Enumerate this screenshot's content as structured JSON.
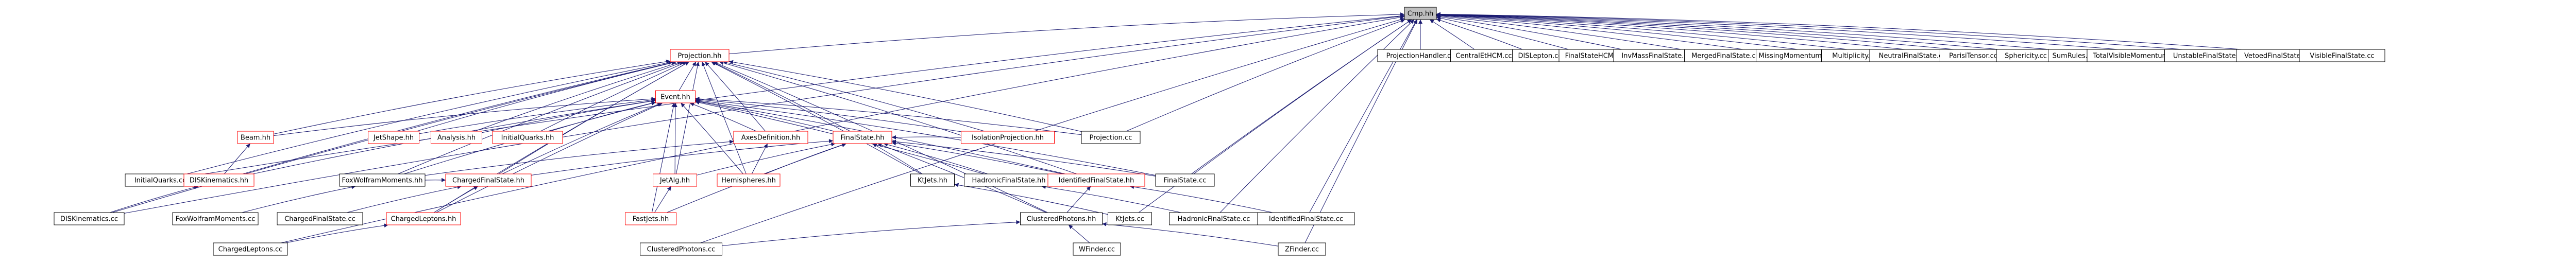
{
  "graph": {
    "colors": {
      "edge": "#191970",
      "node_border_default": "#000000",
      "node_border_highlight": "#ff0000",
      "root_fill": "#bfbfbf",
      "node_fill": "#ffffff",
      "text": "#000000"
    },
    "nodes": [
      {
        "id": "cmp",
        "label": "Cmp.hh",
        "root": true
      },
      {
        "id": "projection_handler_cc",
        "label": "ProjectionHandler.cc"
      },
      {
        "id": "central_etcm_cc",
        "label": "CentralEtHCM.cc"
      },
      {
        "id": "dis_lepton_cc",
        "label": "DISLepton.cc"
      },
      {
        "id": "final_state_hcm_cc",
        "label": "FinalStateHCM.cc"
      },
      {
        "id": "inv_mass_final_state_cc",
        "label": "InvMassFinalState.cc"
      },
      {
        "id": "merged_final_state_cc",
        "label": "MergedFinalState.cc"
      },
      {
        "id": "missing_momentum_cc",
        "label": "MissingMomentum.cc"
      },
      {
        "id": "multiplicity_cc",
        "label": "Multiplicity.cc"
      },
      {
        "id": "neutral_final_state_cc",
        "label": "NeutralFinalState.cc"
      },
      {
        "id": "parisi_tensor_cc",
        "label": "ParisiTensor.cc"
      },
      {
        "id": "sphericity_cc",
        "label": "Sphericity.cc"
      },
      {
        "id": "sum_rules_cc",
        "label": "SumRules.cc"
      },
      {
        "id": "total_visible_momentum_cc",
        "label": "TotalVisibleMomentum.cc"
      },
      {
        "id": "unstable_final_state_cc",
        "label": "UnstableFinalState.cc"
      },
      {
        "id": "vetoed_final_state_cc",
        "label": "VetoedFinalState.cc"
      },
      {
        "id": "visible_final_state_cc",
        "label": "VisibleFinalState.cc"
      },
      {
        "id": "projection_hh",
        "label": "Projection.hh",
        "highlight": true
      },
      {
        "id": "event_hh",
        "label": "Event.hh",
        "highlight": true
      },
      {
        "id": "beam_hh",
        "label": "Beam.hh",
        "highlight": true
      },
      {
        "id": "jet_shape_hh",
        "label": "JetShape.hh",
        "highlight": true
      },
      {
        "id": "analysis_hh",
        "label": "Analysis.hh",
        "highlight": true
      },
      {
        "id": "initial_quarks_hh",
        "label": "InitialQuarks.hh",
        "highlight": true
      },
      {
        "id": "axes_definition_hh",
        "label": "AxesDefinition.hh",
        "highlight": true
      },
      {
        "id": "final_state_hh",
        "label": "FinalState.hh",
        "highlight": true
      },
      {
        "id": "isolation_projection_hh",
        "label": "IsolationProjection.hh",
        "highlight": true
      },
      {
        "id": "projection_cc",
        "label": "Projection.cc"
      },
      {
        "id": "initial_quarks_cc",
        "label": "InitialQuarks.cc"
      },
      {
        "id": "dis_kinematics_hh",
        "label": "DISKinematics.hh",
        "highlight": true
      },
      {
        "id": "fox_wolfram_moments_hh",
        "label": "FoxWolframMoments.hh"
      },
      {
        "id": "charged_final_state_hh",
        "label": "ChargedFinalState.hh",
        "highlight": true
      },
      {
        "id": "jet_alg_hh",
        "label": "JetAlg.hh",
        "highlight": true
      },
      {
        "id": "hemispheres_hh",
        "label": "Hemispheres.hh",
        "highlight": true
      },
      {
        "id": "kt_jets_hh",
        "label": "KtJets.hh"
      },
      {
        "id": "hadronic_final_state_hh",
        "label": "HadronicFinalState.hh"
      },
      {
        "id": "identified_final_state_hh",
        "label": "IdentifiedFinalState.hh",
        "highlight": true
      },
      {
        "id": "final_state_cc",
        "label": "FinalState.cc"
      },
      {
        "id": "dis_kinematics_cc",
        "label": "DISKinematics.cc"
      },
      {
        "id": "fox_wolfram_moments_cc",
        "label": "FoxWolframMoments.cc"
      },
      {
        "id": "charged_final_state_cc",
        "label": "ChargedFinalState.cc"
      },
      {
        "id": "charged_leptons_hh",
        "label": "ChargedLeptons.hh",
        "highlight": true
      },
      {
        "id": "fast_jets_hh",
        "label": "FastJets.hh",
        "highlight": true
      },
      {
        "id": "clustered_photons_hh",
        "label": "ClusteredPhotons.hh"
      },
      {
        "id": "kt_jets_cc",
        "label": "KtJets.cc"
      },
      {
        "id": "hadronic_final_state_cc",
        "label": "HadronicFinalState.cc"
      },
      {
        "id": "identified_final_state_cc",
        "label": "IdentifiedFinalState.cc"
      },
      {
        "id": "charged_leptons_cc",
        "label": "ChargedLeptons.cc"
      },
      {
        "id": "clustered_photons_cc",
        "label": "ClusteredPhotons.cc"
      },
      {
        "id": "wfinder_cc",
        "label": "WFinder.cc"
      },
      {
        "id": "zfinder_cc",
        "label": "ZFinder.cc"
      }
    ],
    "edges": [
      [
        "projection_handler_cc",
        "cmp"
      ],
      [
        "central_etcm_cc",
        "cmp"
      ],
      [
        "dis_lepton_cc",
        "cmp"
      ],
      [
        "final_state_hcm_cc",
        "cmp"
      ],
      [
        "inv_mass_final_state_cc",
        "cmp"
      ],
      [
        "merged_final_state_cc",
        "cmp"
      ],
      [
        "missing_momentum_cc",
        "cmp"
      ],
      [
        "multiplicity_cc",
        "cmp"
      ],
      [
        "neutral_final_state_cc",
        "cmp"
      ],
      [
        "parisi_tensor_cc",
        "cmp"
      ],
      [
        "sphericity_cc",
        "cmp"
      ],
      [
        "sum_rules_cc",
        "cmp"
      ],
      [
        "total_visible_momentum_cc",
        "cmp"
      ],
      [
        "unstable_final_state_cc",
        "cmp"
      ],
      [
        "vetoed_final_state_cc",
        "cmp"
      ],
      [
        "visible_final_state_cc",
        "cmp"
      ],
      [
        "projection_hh",
        "cmp"
      ],
      [
        "projection_cc",
        "cmp"
      ],
      [
        "final_state_cc",
        "cmp"
      ],
      [
        "initial_quarks_cc",
        "cmp"
      ],
      [
        "dis_kinematics_cc",
        "cmp"
      ],
      [
        "kt_jets_cc",
        "cmp"
      ],
      [
        "hadronic_final_state_cc",
        "cmp"
      ],
      [
        "identified_final_state_cc",
        "cmp"
      ],
      [
        "charged_leptons_cc",
        "cmp"
      ],
      [
        "clustered_photons_cc",
        "cmp"
      ],
      [
        "zfinder_cc",
        "cmp"
      ],
      [
        "event_hh",
        "projection_hh"
      ],
      [
        "beam_hh",
        "projection_hh"
      ],
      [
        "jet_shape_hh",
        "projection_hh"
      ],
      [
        "analysis_hh",
        "projection_hh"
      ],
      [
        "initial_quarks_hh",
        "projection_hh"
      ],
      [
        "axes_definition_hh",
        "projection_hh"
      ],
      [
        "final_state_hh",
        "projection_hh"
      ],
      [
        "isolation_projection_hh",
        "projection_hh"
      ],
      [
        "projection_cc",
        "projection_hh"
      ],
      [
        "initial_quarks_cc",
        "projection_hh"
      ],
      [
        "dis_kinematics_hh",
        "projection_hh"
      ],
      [
        "fox_wolfram_moments_hh",
        "projection_hh"
      ],
      [
        "charged_final_state_hh",
        "projection_hh"
      ],
      [
        "jet_alg_hh",
        "projection_hh"
      ],
      [
        "hemispheres_hh",
        "projection_hh"
      ],
      [
        "kt_jets_hh",
        "projection_hh"
      ],
      [
        "identified_final_state_hh",
        "projection_hh"
      ],
      [
        "charged_leptons_hh",
        "projection_hh"
      ],
      [
        "clustered_photons_hh",
        "projection_hh"
      ],
      [
        "dis_kinematics_cc",
        "projection_hh"
      ],
      [
        "beam_hh",
        "event_hh"
      ],
      [
        "jet_shape_hh",
        "event_hh"
      ],
      [
        "analysis_hh",
        "event_hh"
      ],
      [
        "initial_quarks_hh",
        "event_hh"
      ],
      [
        "axes_definition_hh",
        "event_hh"
      ],
      [
        "final_state_hh",
        "event_hh"
      ],
      [
        "isolation_projection_hh",
        "event_hh"
      ],
      [
        "projection_cc",
        "event_hh"
      ],
      [
        "dis_kinematics_hh",
        "event_hh"
      ],
      [
        "fox_wolfram_moments_hh",
        "event_hh"
      ],
      [
        "charged_final_state_hh",
        "event_hh"
      ],
      [
        "jet_alg_hh",
        "event_hh"
      ],
      [
        "hemispheres_hh",
        "event_hh"
      ],
      [
        "hadronic_final_state_hh",
        "event_hh"
      ],
      [
        "identified_final_state_hh",
        "event_hh"
      ],
      [
        "final_state_cc",
        "event_hh"
      ],
      [
        "charged_leptons_hh",
        "event_hh"
      ],
      [
        "fast_jets_hh",
        "event_hh"
      ],
      [
        "dis_kinematics_hh",
        "beam_hh"
      ],
      [
        "fox_wolfram_moments_hh",
        "axes_definition_hh"
      ],
      [
        "hemispheres_hh",
        "axes_definition_hh"
      ],
      [
        "charged_final_state_hh",
        "final_state_hh"
      ],
      [
        "jet_alg_hh",
        "final_state_hh"
      ],
      [
        "kt_jets_hh",
        "final_state_hh"
      ],
      [
        "hadronic_final_state_hh",
        "final_state_hh"
      ],
      [
        "identified_final_state_hh",
        "final_state_hh"
      ],
      [
        "final_state_cc",
        "final_state_hh"
      ],
      [
        "clustered_photons_hh",
        "final_state_hh"
      ],
      [
        "fast_jets_hh",
        "final_state_hh"
      ],
      [
        "hemispheres_hh",
        "final_state_hh"
      ],
      [
        "isolation_projection_hh",
        "final_state_hh"
      ],
      [
        "dis_kinematics_cc",
        "dis_kinematics_hh"
      ],
      [
        "fox_wolfram_moments_cc",
        "fox_wolfram_moments_hh"
      ],
      [
        "charged_final_state_cc",
        "charged_final_state_hh"
      ],
      [
        "charged_leptons_hh",
        "charged_final_state_hh"
      ],
      [
        "fox_wolfram_moments_hh",
        "charged_final_state_hh"
      ],
      [
        "fast_jets_hh",
        "jet_alg_hh"
      ],
      [
        "kt_jets_cc",
        "kt_jets_hh"
      ],
      [
        "hadronic_final_state_cc",
        "hadronic_final_state_hh"
      ],
      [
        "identified_final_state_cc",
        "identified_final_state_hh"
      ],
      [
        "clustered_photons_hh",
        "identified_final_state_hh"
      ],
      [
        "charged_leptons_cc",
        "charged_leptons_hh"
      ],
      [
        "clustered_photons_cc",
        "clustered_photons_hh"
      ],
      [
        "wfinder_cc",
        "clustered_photons_hh"
      ],
      [
        "zfinder_cc",
        "clustered_photons_hh"
      ]
    ]
  }
}
